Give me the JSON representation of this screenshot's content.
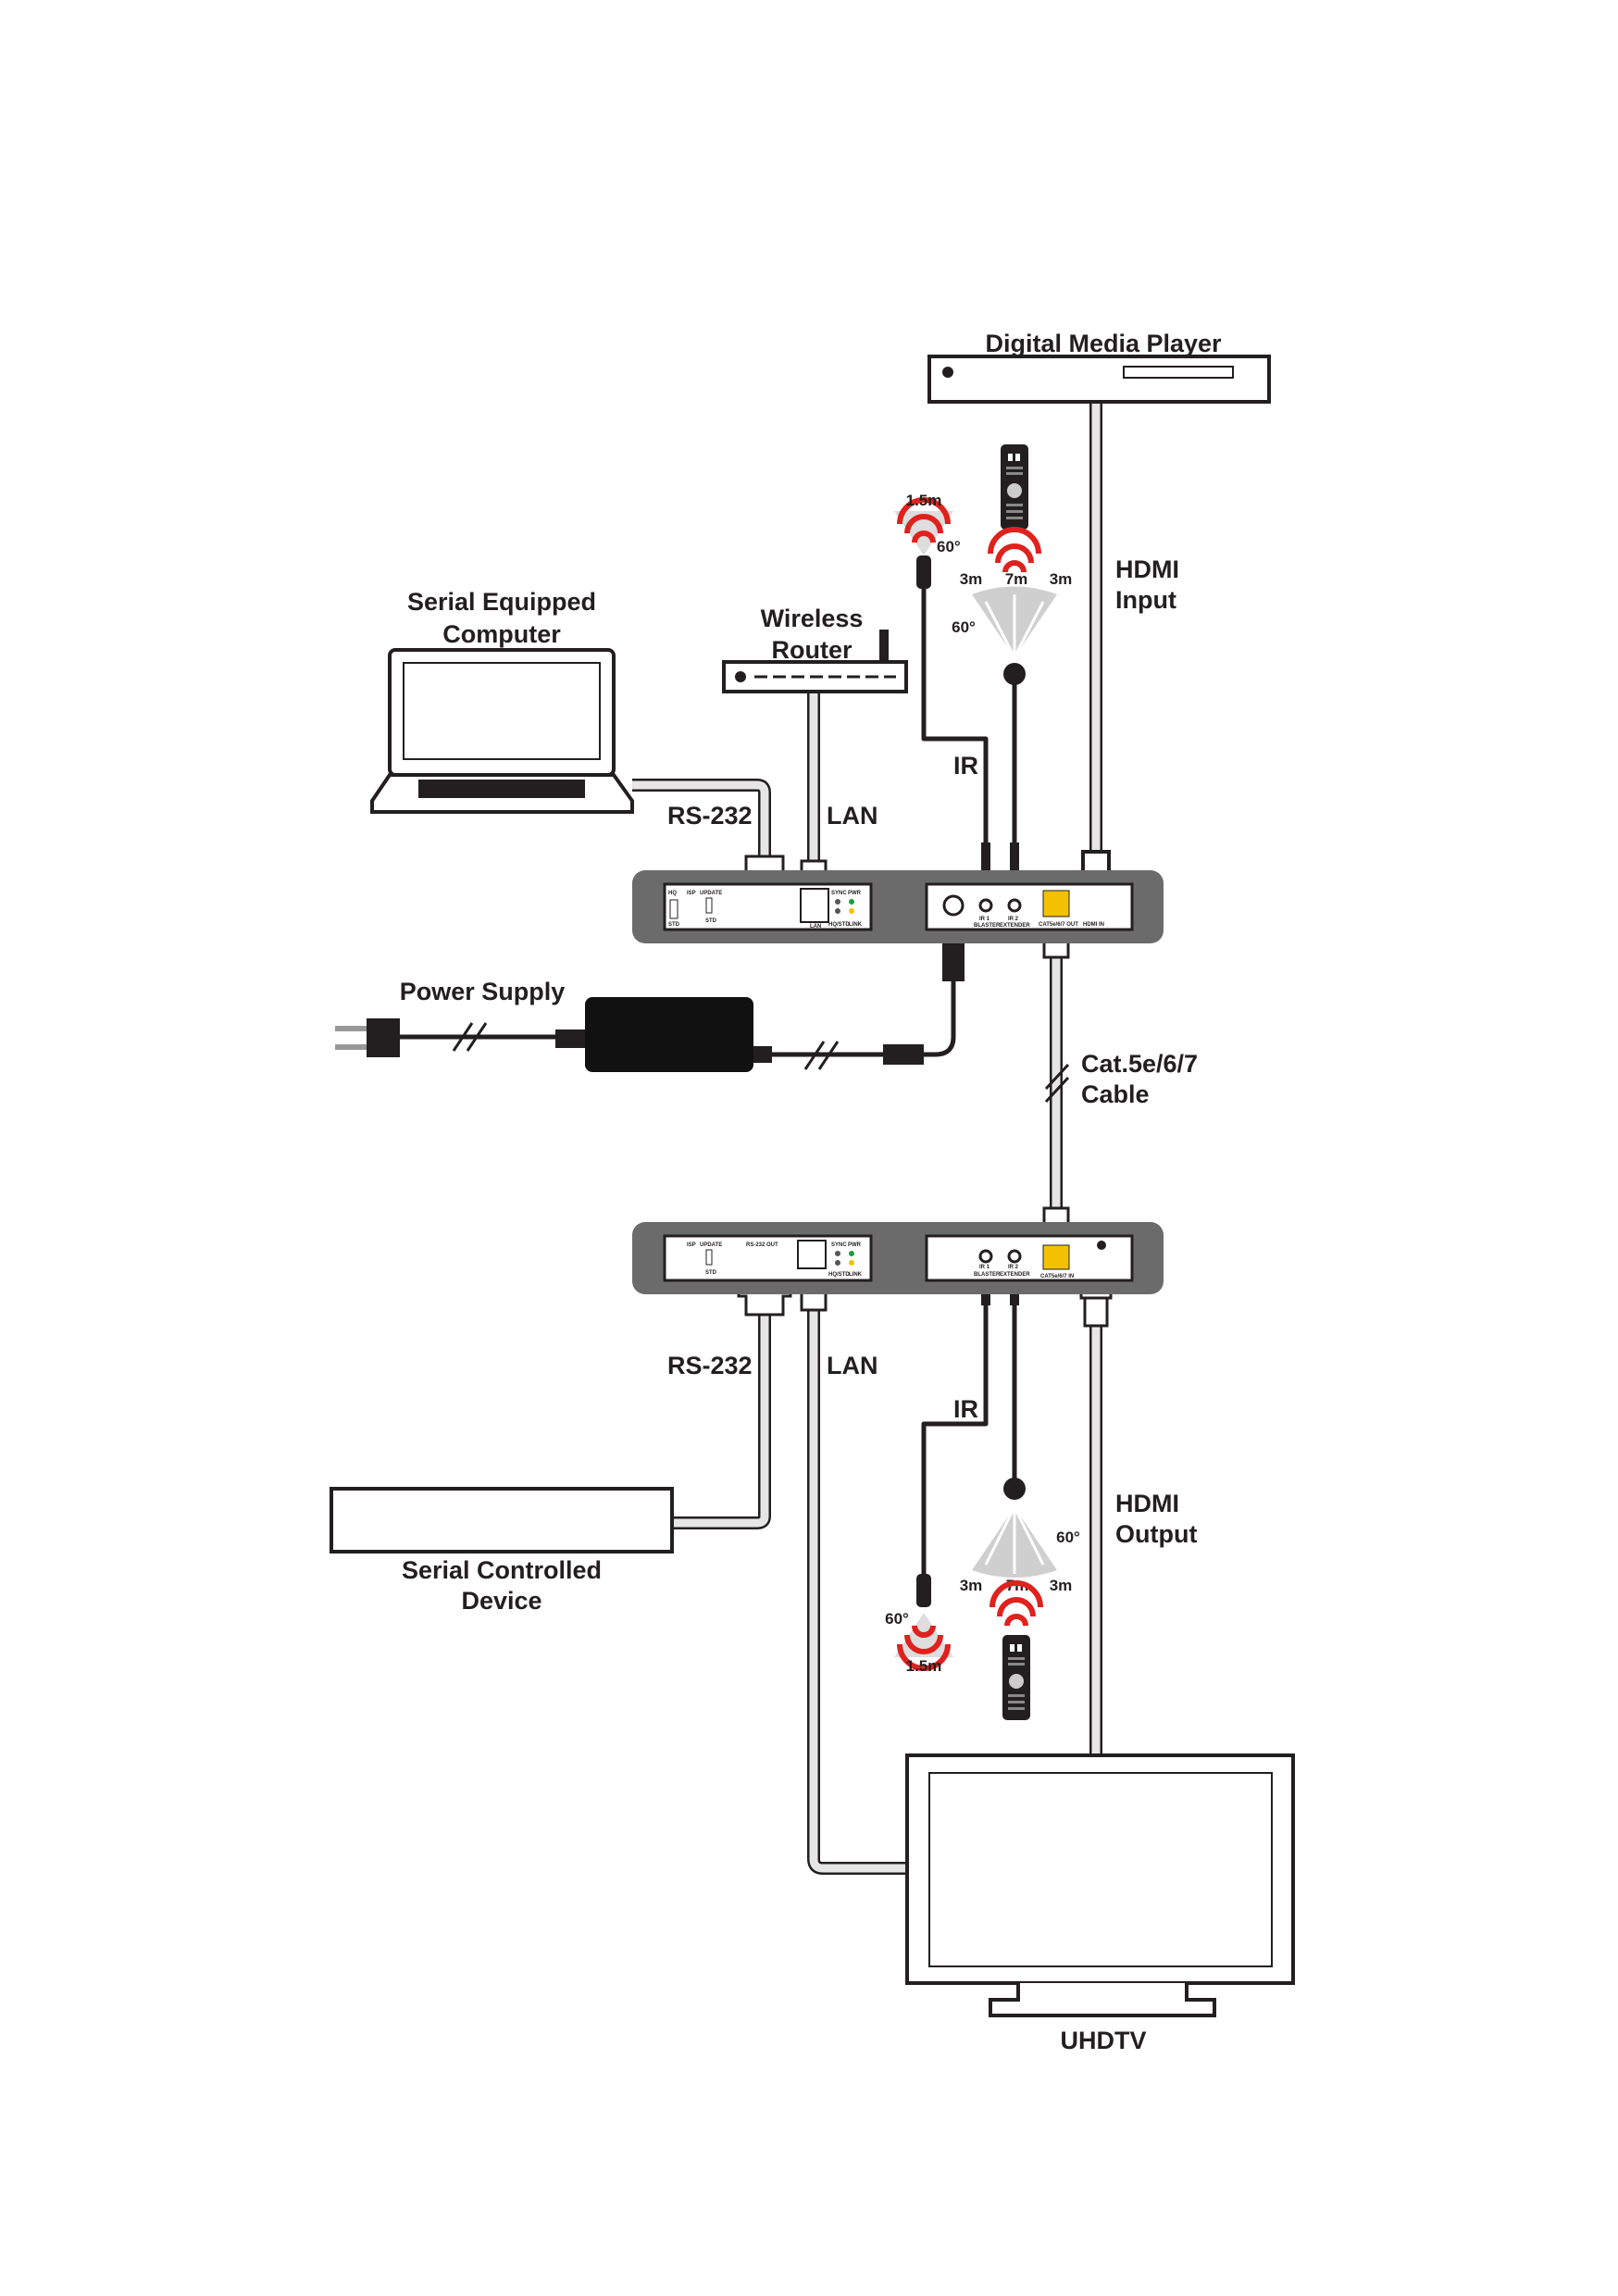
{
  "labels": {
    "media_player": "Digital Media Player",
    "hdmi_input": [
      "HDMI",
      "Input"
    ],
    "computer": [
      "Serial Equipped",
      "Computer"
    ],
    "router": [
      "Wireless",
      "Router"
    ],
    "rs232_top": "RS-232",
    "lan_top": "LAN",
    "ir_top": "IR",
    "power_supply": "Power Supply",
    "cable": [
      "Cat.5e/6/7",
      "Cable"
    ],
    "rs232_bottom": "RS-232",
    "lan_bottom": "LAN",
    "ir_bottom": "IR",
    "hdmi_output": [
      "HDMI",
      "Output"
    ],
    "serial_device": [
      "Serial Controlled",
      "Device"
    ],
    "tv": "UHDTV"
  },
  "ir_specs": {
    "emitter_range": "1.5m",
    "emitter_angle": "60°",
    "receiver_angle": "60°",
    "side_range": "3m",
    "center_range": "7m"
  },
  "transmitter_panel": {
    "hq": "HQ",
    "std": "STD",
    "isp": "ISP",
    "update": "UPDATE",
    "update_std": "STD",
    "sync": "SYNC",
    "pwr": "PWR",
    "lan": "LAN",
    "hqstd": "HQ/STD",
    "link": "LINK",
    "ir1": "IR 1",
    "blaster": "BLASTER",
    "ir2": "IR 2",
    "extender": "EXTENDER",
    "cat_out": "CAT5e/6/7 OUT",
    "hdmi_in": "HDMI IN"
  },
  "receiver_panel": {
    "isp": "ISP",
    "update": "UPDATE",
    "update_std": "STD",
    "rs232_out": "RS-232 OUT",
    "sync": "SYNC",
    "pwr": "PWR",
    "hqstd": "HQ/STD",
    "link": "LINK",
    "ir1": "IR 1",
    "blaster": "BLASTER",
    "ir2": "IR 2",
    "extender": "EXTENDER",
    "cat_in": "CAT5e/6/7 IN"
  },
  "colors": {
    "ir_signal": "#e0211d",
    "led_green": "#1a9e3b",
    "led_yellow": "#f2c200",
    "unit_gray": "#6b6b6b"
  }
}
